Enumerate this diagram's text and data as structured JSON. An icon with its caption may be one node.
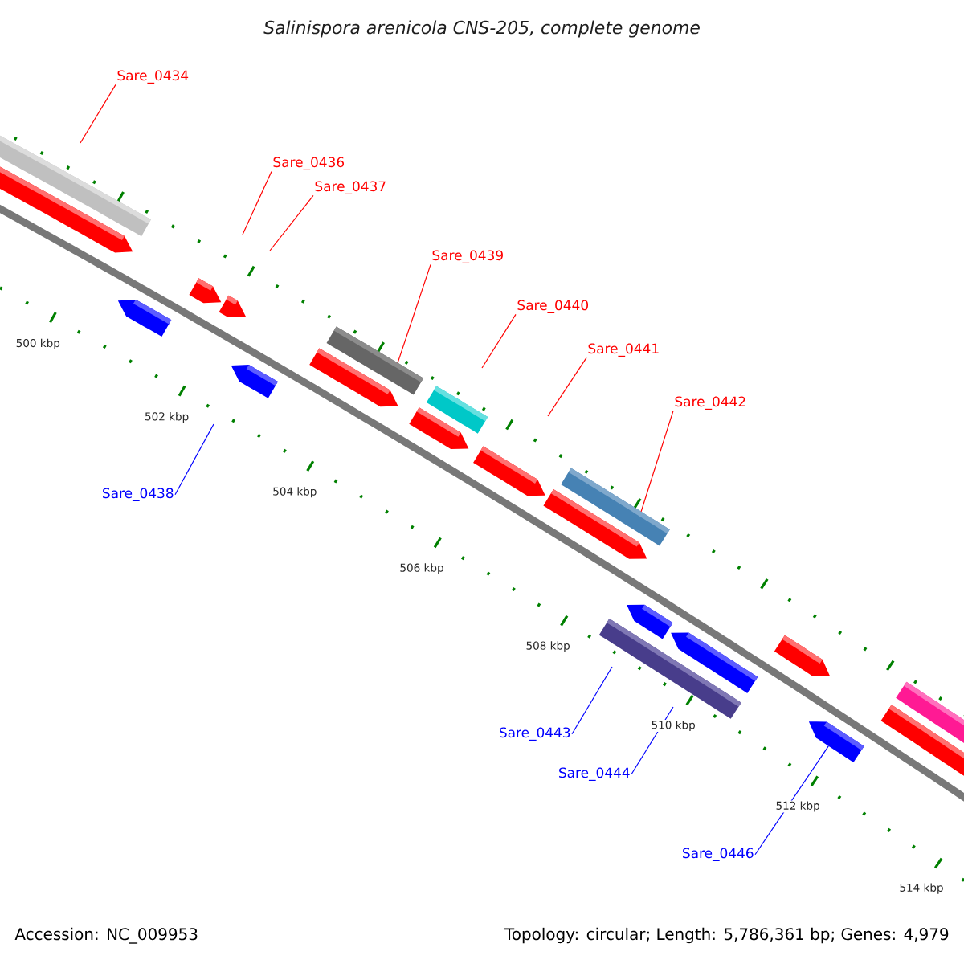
{
  "diagram": {
    "title": "Salinispora arenicola CNS-205, complete genome",
    "nodes": [
      {
        "text": [
          "Sare_0434"
        ]
      },
      {
        "text": [
          "Sare_0436"
        ]
      },
      {
        "text": [
          "Sare_0437"
        ]
      },
      {
        "text": [
          "Sare_0439"
        ]
      },
      {
        "text": [
          "Sare_0440"
        ]
      },
      {
        "text": [
          "Sare_0441"
        ]
      },
      {
        "text": [
          "Sare_0442"
        ]
      },
      {
        "text": [
          "Sare_0438"
        ]
      },
      {
        "text": [
          "Sare_0443"
        ]
      },
      {
        "text": [
          "Sare_0444"
        ]
      },
      {
        "text": [
          "Sare_0446"
        ]
      },
      {
        "text": [],
        "shape": "bar"
      },
      {
        "text": [],
        "shape": "bar"
      },
      {
        "text": [],
        "shape": "bar"
      },
      {
        "text": [],
        "shape": "bar"
      },
      {
        "text": [],
        "shape": "bar"
      },
      {
        "text": [],
        "shape": "bar"
      },
      {
        "text": [],
        "shape": "bar"
      },
      {
        "text": [],
        "shape": "bar"
      },
      {
        "text": [],
        "shape": "bar"
      },
      {
        "text": [],
        "shape": "bar"
      },
      {
        "text": [],
        "shape": "bar"
      },
      {
        "text": [],
        "shape": "bar"
      },
      {
        "text": [],
        "shape": "bar"
      },
      {
        "text": [],
        "shape": "bar"
      },
      {
        "text": [],
        "shape": "bar"
      },
      {
        "text": [],
        "shape": "bar"
      },
      {
        "text": [],
        "shape": "bar"
      },
      {
        "text": [],
        "shape": "bar"
      },
      {
        "text": [],
        "shape": "bar"
      },
      {
        "text": [],
        "shape": "bar"
      }
    ],
    "edges": [
      {
        "from": 0,
        "to": null,
        "arrow": "none"
      },
      {
        "from": 1,
        "to": null,
        "arrow": "none"
      },
      {
        "from": 2,
        "to": null,
        "arrow": "none"
      },
      {
        "from": 3,
        "to": 18,
        "arrow": "none"
      },
      {
        "from": 4,
        "to": null,
        "arrow": "none"
      },
      {
        "from": 5,
        "to": null,
        "arrow": "none"
      },
      {
        "from": 6,
        "to": 23,
        "arrow": "none"
      },
      {
        "from": 7,
        "to": null,
        "arrow": "none",
        "color": "#0000ff"
      },
      {
        "from": 8,
        "to": null,
        "arrow": "none",
        "color": "#0000ff"
      },
      {
        "from": 9,
        "to": null,
        "arrow": "none",
        "color": "#0000ff"
      },
      {
        "from": 10,
        "to": 28,
        "arrow": "none",
        "color": "#0000ff"
      }
    ],
    "labels": [
      "500 kbp",
      "502 kbp",
      "504 kbp",
      "506 kbp",
      "508 kbp",
      "510 kbp",
      "512 kbp",
      "514 kbp",
      "Accession: NC_009953",
      "Topology: circular; Length: 5,786,361 bp; Genes: 4,979"
    ]
  }
}
